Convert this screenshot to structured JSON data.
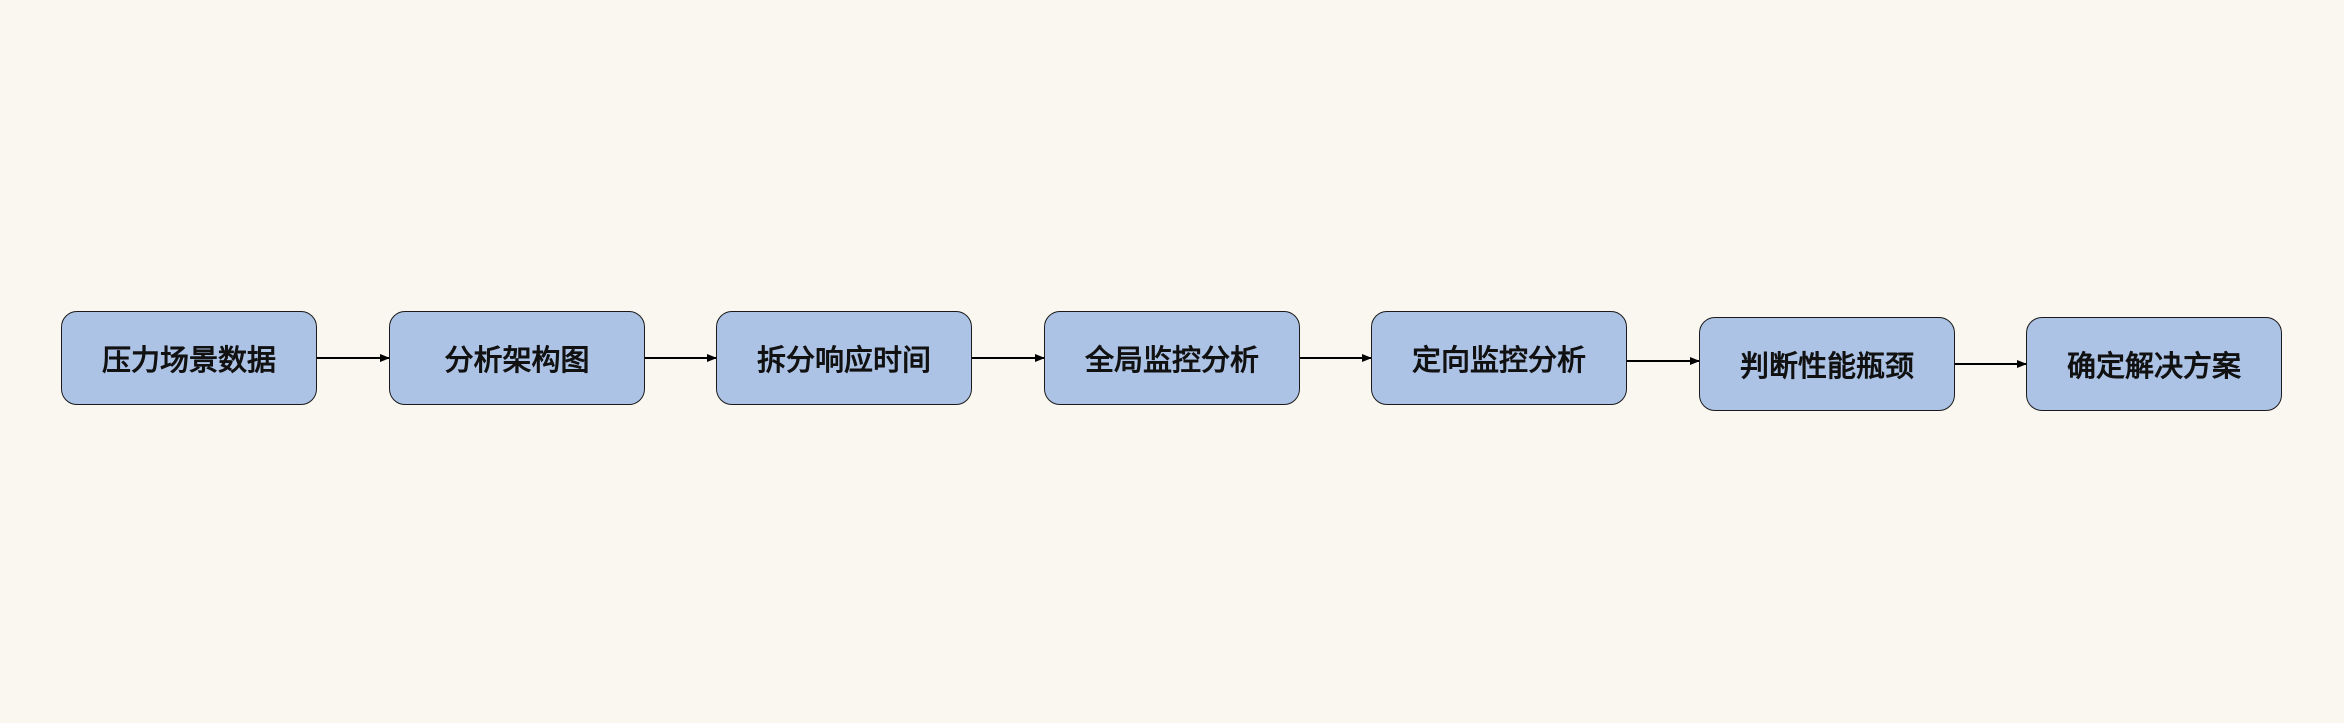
{
  "diagram": {
    "type": "flowchart",
    "direction": "left-to-right",
    "node_fill": "#adc3e6",
    "node_border": "#1a1a1a",
    "edge_color": "#000000",
    "background": "#faf7f0",
    "nodes": [
      {
        "id": "n1",
        "label": "压力场景数据"
      },
      {
        "id": "n2",
        "label": "分析架构图"
      },
      {
        "id": "n3",
        "label": "拆分响应时间"
      },
      {
        "id": "n4",
        "label": "全局监控分析"
      },
      {
        "id": "n5",
        "label": "定向监控分析"
      },
      {
        "id": "n6",
        "label": "判断性能瓶颈"
      },
      {
        "id": "n7",
        "label": "确定解决方案"
      }
    ],
    "edges": [
      {
        "from": "n1",
        "to": "n2"
      },
      {
        "from": "n2",
        "to": "n3"
      },
      {
        "from": "n3",
        "to": "n4"
      },
      {
        "from": "n4",
        "to": "n5"
      },
      {
        "from": "n5",
        "to": "n6"
      },
      {
        "from": "n6",
        "to": "n7"
      }
    ]
  }
}
